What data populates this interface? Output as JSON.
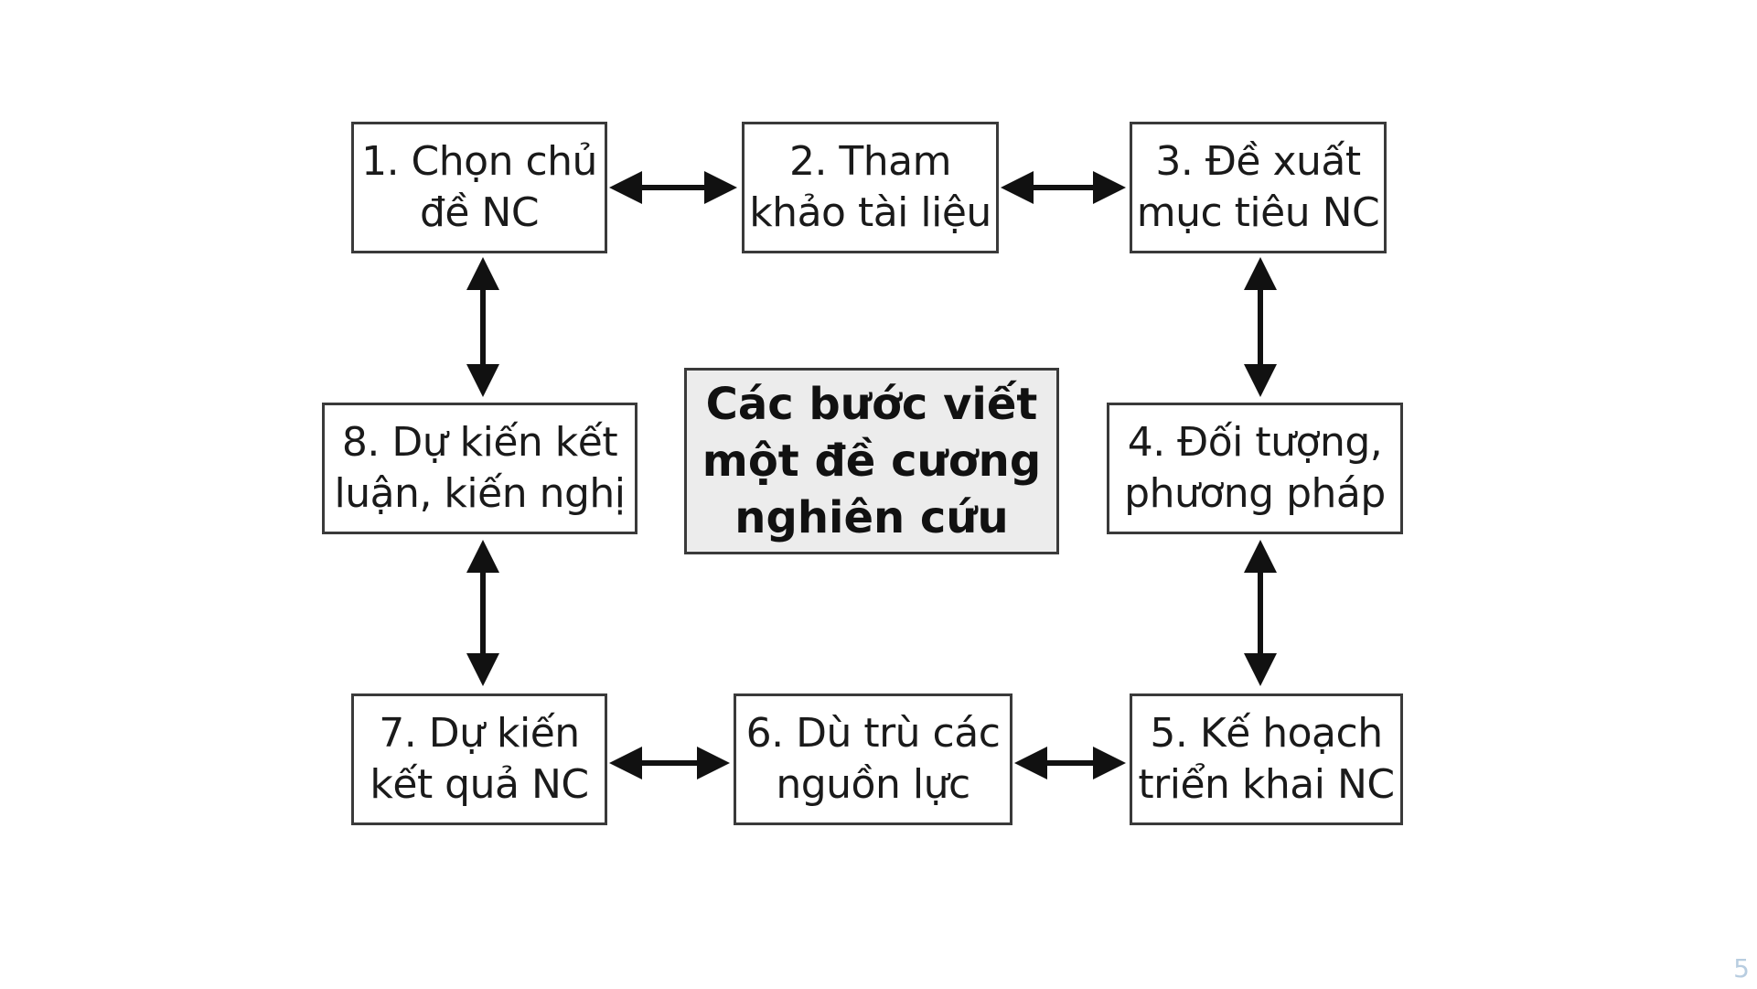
{
  "diagram": {
    "center_title": "Các bước viết\nmột đề cương\nnghiên cứu",
    "steps": [
      {
        "label": "1. Chọn chủ\nđề NC"
      },
      {
        "label": "2. Tham\nkhảo tài liệu"
      },
      {
        "label": "3. Đề xuất\nmục tiêu NC"
      },
      {
        "label": "4. Đối tượng,\nphương pháp"
      },
      {
        "label": "5. Kế hoạch\ntriển khai NC"
      },
      {
        "label": "6. Dù trù các\nnguồn lực"
      },
      {
        "label": "7. Dự kiến\nkết quả NC"
      },
      {
        "label": "8. Dự kiến kết\nluận, kiến nghị"
      }
    ],
    "connections": [
      [
        "1",
        "2"
      ],
      [
        "2",
        "3"
      ],
      [
        "3",
        "4"
      ],
      [
        "4",
        "5"
      ],
      [
        "5",
        "6"
      ],
      [
        "6",
        "7"
      ],
      [
        "7",
        "8"
      ],
      [
        "8",
        "1"
      ]
    ],
    "arrow_style": "double-headed"
  },
  "slide_number": "5"
}
